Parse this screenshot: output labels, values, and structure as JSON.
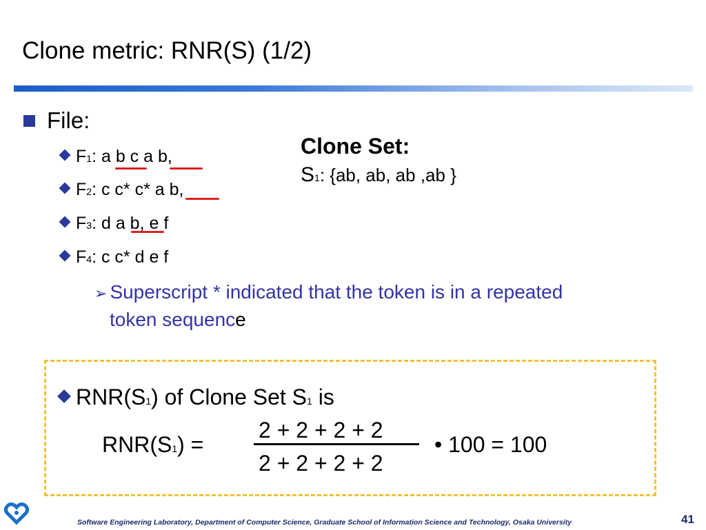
{
  "slide": {
    "title": "Clone metric: RNR(S) (1/2)",
    "file_label": "File:",
    "files": [
      {
        "name": "F",
        "sub": "1",
        "tokens": ": a b c a b,"
      },
      {
        "name": "F",
        "sub": "2",
        "tokens": ": c c* c* a b,"
      },
      {
        "name": "F",
        "sub": "3",
        "tokens": ": d a b, e f"
      },
      {
        "name": "F",
        "sub": "4",
        "tokens": ": c c* d e f"
      }
    ],
    "note_main": "Superscript * indicated that the token is in a repeated",
    "note_cont": "token sequenc",
    "note_tail": "e",
    "clone_set_title": "Clone Set:",
    "clone_set_name": "S",
    "clone_set_sub": "1",
    "clone_set_members": ": {ab, ab, ab ,ab }",
    "rnr_heading_a": "RNR(S",
    "rnr_heading_sub": "1",
    "rnr_heading_b": ") of Clone Set S",
    "rnr_heading_sub2": "1",
    "rnr_heading_c": " is",
    "rnr_lhs_a": "RNR(S",
    "rnr_lhs_sub": "1",
    "rnr_lhs_b": ")  =",
    "numerator": "2 + 2 + 2 + 2",
    "denominator": "2 + 2 + 2 + 2",
    "multiplier": "• 100  = 100",
    "footer": "Software Engineering Laboratory,  Department of Computer Science,  Graduate School of Information Science and Technology,  Osaka University",
    "page_number": "41"
  },
  "colors": {
    "accent": "#2a3a9a",
    "underline": "#dd2020",
    "note": "#3233a8",
    "box_border": "#f0c231"
  }
}
